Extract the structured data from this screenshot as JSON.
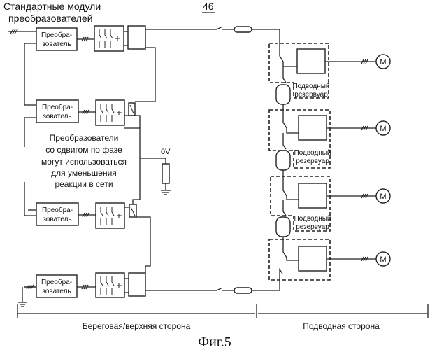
{
  "header": {
    "title_line1": "Стандартные модули",
    "title_line2": "преобразователей",
    "ref_number": "46"
  },
  "converters": [
    {
      "line1": "Преобра-",
      "line2": "зователь"
    },
    {
      "line1": "Преобра-",
      "line2": "зователь"
    },
    {
      "line1": "Преобра-",
      "line2": "зователь"
    },
    {
      "line1": "Преобра-",
      "line2": "зователь"
    }
  ],
  "note": {
    "lines": [
      "Преобразователи",
      "со сдвигом по фазе",
      "могут использоваться",
      "для уменьшения",
      "реакции в сети"
    ]
  },
  "zero_volt": "0V",
  "subsea_modules": [
    {
      "label1": "Подводный",
      "label2": "резервуар",
      "motor": "M"
    },
    {
      "label1": "Подводный",
      "label2": "резервуар",
      "motor": "M"
    },
    {
      "label1": "Подводный",
      "label2": "резервуар",
      "motor": "M"
    },
    {
      "motor": "M"
    }
  ],
  "sections": {
    "topside": "Береговая/верхняя сторона",
    "subsea": "Подводная сторона"
  },
  "caption": "Фиг.5"
}
